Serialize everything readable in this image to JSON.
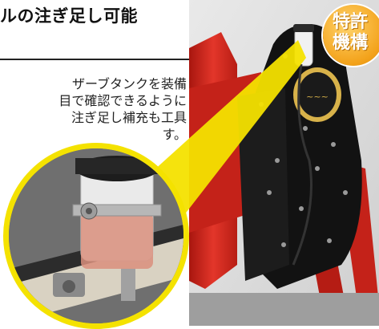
{
  "heading": "ルの注ぎ足し可能",
  "description": [
    "ザーブタンクを装備",
    "目で確認できるように",
    "注ぎ足し補充も工具",
    "す。"
  ],
  "badge": {
    "line1": "特許",
    "line2": "機構"
  },
  "colors": {
    "callout_yellow": "#f4e200",
    "machine_red": "#d8281f",
    "plate_black": "#121212",
    "badge_orange": "#f3a21a"
  }
}
